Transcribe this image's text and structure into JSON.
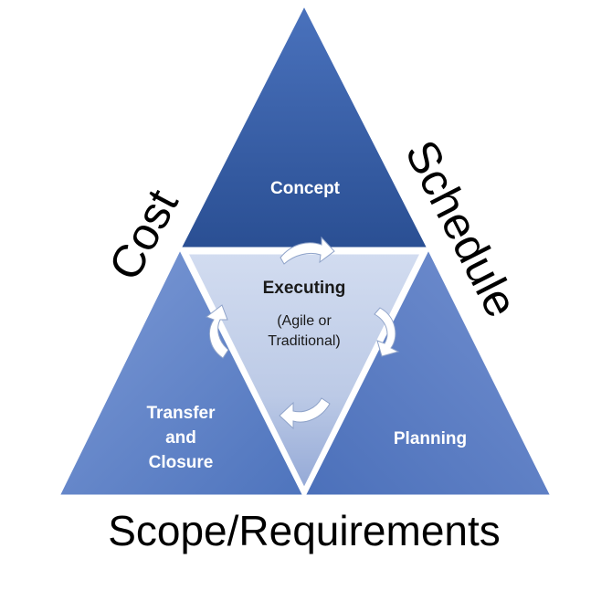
{
  "diagram": {
    "sides": {
      "left": "Cost",
      "right": "Schedule",
      "base": "Scope/Requirements"
    },
    "segments": {
      "top": "Concept",
      "center_title": "Executing",
      "center_sub_1": "(Agile or",
      "center_sub_2": "Traditional)",
      "bottom_left_1": "Transfer",
      "bottom_left_2": "and",
      "bottom_left_3": "Closure",
      "bottom_right": "Planning"
    },
    "colors": {
      "top": "#2f5597",
      "sides": "#5b7fc4",
      "center": "#c4cfe7",
      "arrow": "#ffffff"
    }
  }
}
